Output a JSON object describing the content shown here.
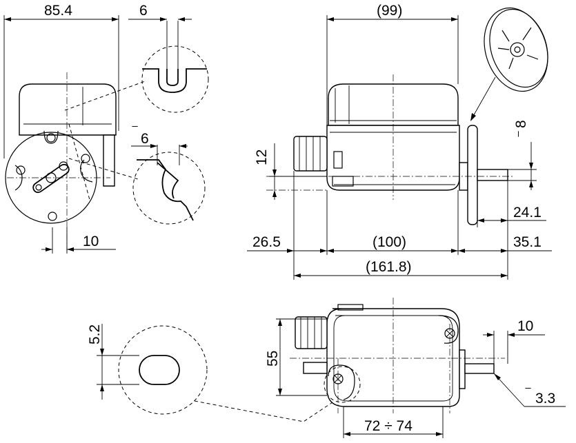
{
  "dimensions": {
    "front_width": "85.4",
    "slot_width_top": "6",
    "slot_width_mid": "6",
    "mount_offset": "10",
    "box_length_top": "(99)",
    "shaft_dia": "8",
    "cable_height": "12",
    "shaft_length": "24.1",
    "gland_length": "26.5",
    "box_length": "(100)",
    "shaft_offset": "35.1",
    "total_length": "(161.8)",
    "slot_height": "5.2",
    "base_width": "55",
    "shaft_flat": "10",
    "hole_dia": "3.3",
    "mount_spacing": "72 ÷ 74"
  }
}
